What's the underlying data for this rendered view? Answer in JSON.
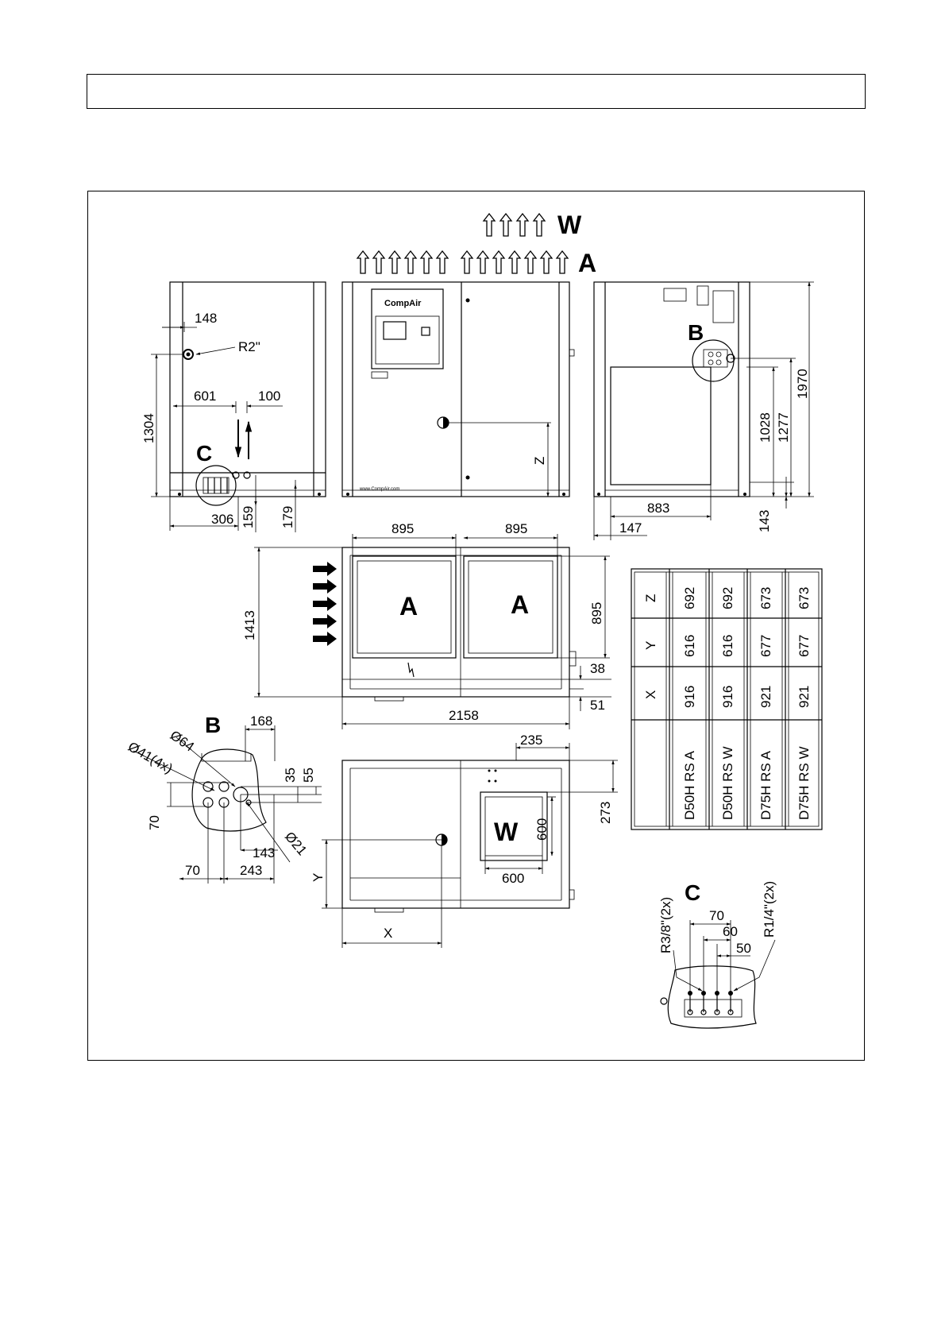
{
  "legend": {
    "water": "W",
    "air": "A",
    "detail_b": "B",
    "detail_c": "C",
    "x": "X",
    "y": "Y",
    "z": "Z"
  },
  "dimensions": {
    "d148": "148",
    "r2": "R2\"",
    "d601": "601",
    "d100": "100",
    "d1304": "1304",
    "d306": "306",
    "d159": "159",
    "d179": "179",
    "d1970": "1970",
    "d1028": "1028",
    "d1277": "1277",
    "d883": "883",
    "d147": "147",
    "d143a": "143",
    "d895a": "895",
    "d895b": "895",
    "d895c": "895",
    "d1413": "1413",
    "d38": "38",
    "d51": "51",
    "d2158": "2158",
    "d235": "235",
    "d273": "273",
    "d600a": "600",
    "d600b": "600",
    "b168": "168",
    "b64": "Ø64",
    "b41": "Ø41(4x)",
    "b35": "35",
    "b55": "55",
    "b70a": "70",
    "b21": "Ø21",
    "b143": "143",
    "b70b": "70",
    "b243": "243",
    "c38": "R3/8\"(2x)",
    "c14": "R1/4\"(2x)",
    "c70": "70",
    "c60": "60",
    "c50": "50"
  },
  "brand": {
    "logo": "CompAir",
    "website": "www.CompAir.com"
  },
  "table": {
    "header": [
      "Z",
      "Y",
      "X",
      ""
    ],
    "rows": [
      {
        "z": "692",
        "y": "616",
        "x": "916",
        "model": "D50H RS A"
      },
      {
        "z": "692",
        "y": "616",
        "x": "916",
        "model": "D50H RS W"
      },
      {
        "z": "673",
        "y": "677",
        "x": "921",
        "model": "D75H RS A"
      },
      {
        "z": "673",
        "y": "677",
        "x": "921",
        "model": "D75H RS W"
      }
    ]
  }
}
